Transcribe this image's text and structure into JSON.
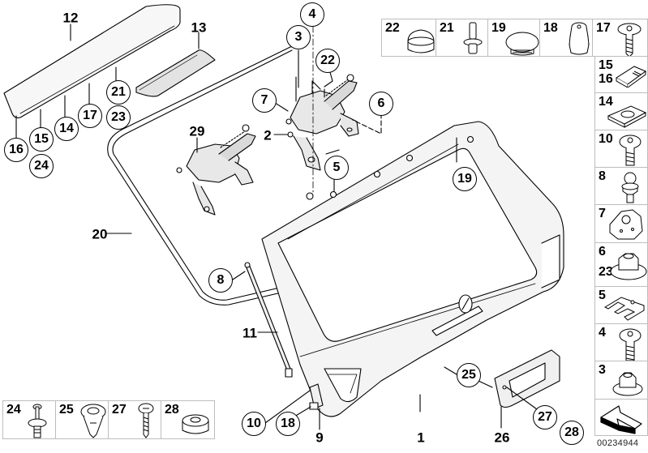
{
  "diagram": {
    "title": "Tailgate exploded view parts diagram",
    "document_id": "00234944",
    "line_color": "#000000",
    "panel_fill": "#f2f2f2",
    "cell_border_color": "#bdbdbd",
    "callouts_plain": [
      {
        "id": "12",
        "text": "12"
      },
      {
        "id": "13",
        "text": "13"
      },
      {
        "id": "29",
        "text": "29"
      },
      {
        "id": "2",
        "text": "2"
      },
      {
        "id": "20",
        "text": "20"
      },
      {
        "id": "11",
        "text": "11"
      },
      {
        "id": "9",
        "text": "9"
      },
      {
        "id": "1",
        "text": "1"
      },
      {
        "id": "26",
        "text": "26"
      }
    ],
    "callouts_circled": [
      {
        "id": "16",
        "text": "16"
      },
      {
        "id": "24",
        "text": "24"
      },
      {
        "id": "15",
        "text": "15"
      },
      {
        "id": "14",
        "text": "14"
      },
      {
        "id": "17",
        "text": "17"
      },
      {
        "id": "21",
        "text": "21"
      },
      {
        "id": "23",
        "text": "23"
      },
      {
        "id": "4",
        "text": "4"
      },
      {
        "id": "3",
        "text": "3"
      },
      {
        "id": "22",
        "text": "22"
      },
      {
        "id": "7",
        "text": "7"
      },
      {
        "id": "6",
        "text": "6"
      },
      {
        "id": "5",
        "text": "5"
      },
      {
        "id": "19",
        "text": "19"
      },
      {
        "id": "8",
        "text": "8"
      },
      {
        "id": "25",
        "text": "25"
      },
      {
        "id": "10",
        "text": "10"
      },
      {
        "id": "18",
        "text": "18"
      },
      {
        "id": "27",
        "text": "27"
      },
      {
        "id": "28",
        "text": "28"
      }
    ],
    "top_parts_row": [
      {
        "number": "22",
        "part": "cap"
      },
      {
        "number": "21",
        "part": "stud"
      },
      {
        "number": "19",
        "part": "plug"
      },
      {
        "number": "18",
        "part": "rubber-buffer"
      },
      {
        "number": "17",
        "part": "screw"
      }
    ],
    "right_parts_column": [
      {
        "number": "15",
        "number2": "16",
        "part": "clip-nut"
      },
      {
        "number": "14",
        "part": "spring-nut"
      },
      {
        "number": "10",
        "part": "screw"
      },
      {
        "number": "8",
        "part": "ball-stud"
      },
      {
        "number": "7",
        "part": "bracket"
      },
      {
        "number": "6",
        "number2": "23",
        "part": "collar-nut"
      },
      {
        "number": "5",
        "part": "shim"
      },
      {
        "number": "4",
        "part": "screw"
      },
      {
        "number": "3",
        "part": "nut"
      },
      {
        "number": "",
        "part": "direction-arrow"
      }
    ],
    "bottom_parts_row": [
      {
        "number": "24",
        "part": "expanding-rivet"
      },
      {
        "number": "25",
        "part": "clip"
      },
      {
        "number": "27",
        "part": "screw"
      },
      {
        "number": "28",
        "part": "buffer"
      }
    ]
  }
}
